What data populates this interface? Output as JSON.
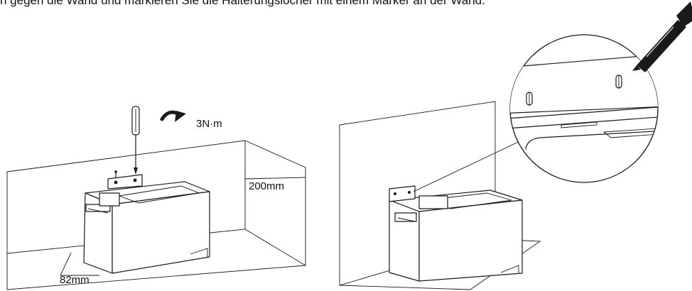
{
  "instruction": {
    "caption": "n gegen die Wand und markieren Sie die Halterungslöcher mit einem Marker an der Wand."
  },
  "left_scene": {
    "torque_label": "3N·m",
    "height_label": "200mm",
    "depth_label": "82mm"
  },
  "right_scene": {}
}
